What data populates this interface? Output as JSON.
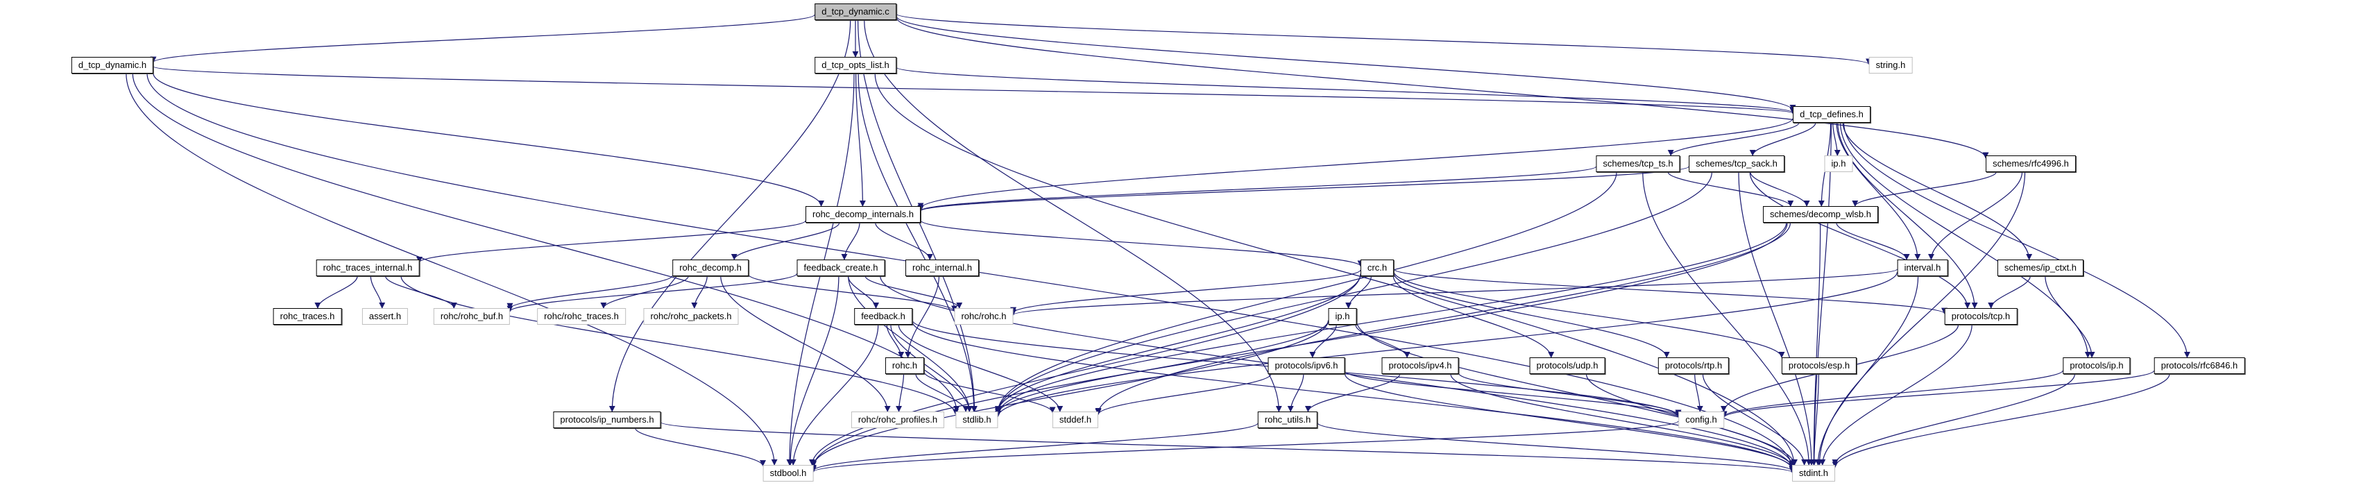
{
  "graph": {
    "title": "d_tcp_dynamic.c",
    "colors": {
      "edge": "#191970",
      "root_fill": "#bfbfbf",
      "node_border": "#000000",
      "external_border": "#bfbfbf"
    },
    "nodes": [
      {
        "id": "d_tcp_dynamic_c",
        "label": "d_tcp_dynamic.c",
        "kind": "root"
      },
      {
        "id": "d_tcp_dynamic_h",
        "label": "d_tcp_dynamic.h",
        "kind": "local"
      },
      {
        "id": "d_tcp_opts_list_h",
        "label": "d_tcp_opts_list.h",
        "kind": "local"
      },
      {
        "id": "string_h",
        "label": "string.h",
        "kind": "external"
      },
      {
        "id": "d_tcp_defines_h",
        "label": "d_tcp_defines.h",
        "kind": "local"
      },
      {
        "id": "schemes_tcp_ts_h",
        "label": "schemes/tcp_ts.h",
        "kind": "local"
      },
      {
        "id": "schemes_tcp_sack_h",
        "label": "schemes/tcp_sack.h",
        "kind": "local"
      },
      {
        "id": "ip_h_ext",
        "label": "ip.h",
        "kind": "external"
      },
      {
        "id": "schemes_rfc4996_h",
        "label": "schemes/rfc4996.h",
        "kind": "local"
      },
      {
        "id": "rohc_decomp_internals_h",
        "label": "rohc_decomp_internals.h",
        "kind": "local"
      },
      {
        "id": "schemes_decomp_wlsb_h",
        "label": "schemes/decomp_wlsb.h",
        "kind": "local"
      },
      {
        "id": "rohc_traces_internal_h",
        "label": "rohc_traces_internal.h",
        "kind": "local"
      },
      {
        "id": "rohc_decomp_h",
        "label": "rohc_decomp.h",
        "kind": "local"
      },
      {
        "id": "feedback_create_h",
        "label": "feedback_create.h",
        "kind": "local"
      },
      {
        "id": "rohc_internal_h",
        "label": "rohc_internal.h",
        "kind": "local"
      },
      {
        "id": "crc_h",
        "label": "crc.h",
        "kind": "local"
      },
      {
        "id": "interval_h",
        "label": "interval.h",
        "kind": "local"
      },
      {
        "id": "schemes_ip_ctxt_h",
        "label": "schemes/ip_ctxt.h",
        "kind": "local"
      },
      {
        "id": "rohc_traces_h",
        "label": "rohc_traces.h",
        "kind": "local"
      },
      {
        "id": "assert_h",
        "label": "assert.h",
        "kind": "external"
      },
      {
        "id": "rohc_rohc_buf_h",
        "label": "rohc/rohc_buf.h",
        "kind": "external"
      },
      {
        "id": "rohc_rohc_traces_h",
        "label": "rohc/rohc_traces.h",
        "kind": "external"
      },
      {
        "id": "rohc_rohc_packets_h",
        "label": "rohc/rohc_packets.h",
        "kind": "external"
      },
      {
        "id": "rohc_rohc_h",
        "label": "rohc/rohc.h",
        "kind": "external"
      },
      {
        "id": "protocols_tcp_h",
        "label": "protocols/tcp.h",
        "kind": "local"
      },
      {
        "id": "feedback_h",
        "label": "feedback.h",
        "kind": "local"
      },
      {
        "id": "ip_h",
        "label": "ip.h",
        "kind": "local"
      },
      {
        "id": "rohc_h",
        "label": "rohc.h",
        "kind": "local"
      },
      {
        "id": "protocols_ipv6_h",
        "label": "protocols/ipv6.h",
        "kind": "local"
      },
      {
        "id": "protocols_ipv4_h",
        "label": "protocols/ipv4.h",
        "kind": "local"
      },
      {
        "id": "protocols_udp_h",
        "label": "protocols/udp.h",
        "kind": "local"
      },
      {
        "id": "protocols_rtp_h",
        "label": "protocols/rtp.h",
        "kind": "local"
      },
      {
        "id": "protocols_esp_h",
        "label": "protocols/esp.h",
        "kind": "local"
      },
      {
        "id": "protocols_ip_h",
        "label": "protocols/ip.h",
        "kind": "local"
      },
      {
        "id": "protocols_rfc6846_h",
        "label": "protocols/rfc6846.h",
        "kind": "local"
      },
      {
        "id": "protocols_ip_numbers_h",
        "label": "protocols/ip_numbers.h",
        "kind": "local"
      },
      {
        "id": "rohc_rohc_profiles_h",
        "label": "rohc/rohc_profiles.h",
        "kind": "external"
      },
      {
        "id": "stdlib_h",
        "label": "stdlib.h",
        "kind": "external"
      },
      {
        "id": "stddef_h",
        "label": "stddef.h",
        "kind": "external"
      },
      {
        "id": "rohc_utils_h",
        "label": "rohc_utils.h",
        "kind": "local"
      },
      {
        "id": "config_h",
        "label": "config.h",
        "kind": "external"
      },
      {
        "id": "stdbool_h",
        "label": "stdbool.h",
        "kind": "external"
      },
      {
        "id": "stdint_h",
        "label": "stdint.h",
        "kind": "external"
      }
    ],
    "edges": [
      [
        "d_tcp_dynamic_c",
        "d_tcp_dynamic_h"
      ],
      [
        "d_tcp_dynamic_c",
        "d_tcp_opts_list_h"
      ],
      [
        "d_tcp_dynamic_c",
        "string_h"
      ],
      [
        "d_tcp_dynamic_c",
        "d_tcp_defines_h"
      ],
      [
        "d_tcp_dynamic_c",
        "schemes_rfc4996_h"
      ],
      [
        "d_tcp_dynamic_c",
        "protocols_ip_numbers_h"
      ],
      [
        "d_tcp_dynamic_c",
        "stdlib_h"
      ],
      [
        "d_tcp_dynamic_c",
        "rohc_utils_h"
      ],
      [
        "d_tcp_dynamic_h",
        "d_tcp_defines_h"
      ],
      [
        "d_tcp_dynamic_h",
        "rohc_decomp_internals_h"
      ],
      [
        "d_tcp_dynamic_h",
        "stdbool_h"
      ],
      [
        "d_tcp_dynamic_h",
        "stdint_h"
      ],
      [
        "d_tcp_dynamic_h",
        "stdlib_h"
      ],
      [
        "d_tcp_opts_list_h",
        "d_tcp_defines_h"
      ],
      [
        "d_tcp_opts_list_h",
        "rohc_decomp_internals_h"
      ],
      [
        "d_tcp_opts_list_h",
        "stdbool_h"
      ],
      [
        "d_tcp_opts_list_h",
        "stdint_h"
      ],
      [
        "d_tcp_opts_list_h",
        "stdlib_h"
      ],
      [
        "d_tcp_defines_h",
        "schemes_tcp_ts_h"
      ],
      [
        "d_tcp_defines_h",
        "schemes_tcp_sack_h"
      ],
      [
        "d_tcp_defines_h",
        "ip_h_ext"
      ],
      [
        "d_tcp_defines_h",
        "interval_h"
      ],
      [
        "d_tcp_defines_h",
        "schemes_decomp_wlsb_h"
      ],
      [
        "d_tcp_defines_h",
        "protocols_tcp_h"
      ],
      [
        "d_tcp_defines_h",
        "schemes_ip_ctxt_h"
      ],
      [
        "d_tcp_defines_h",
        "protocols_ip_h"
      ],
      [
        "d_tcp_defines_h",
        "protocols_rfc6846_h"
      ],
      [
        "d_tcp_defines_h",
        "stdint_h"
      ],
      [
        "d_tcp_defines_h",
        "rohc_decomp_internals_h"
      ],
      [
        "schemes_tcp_ts_h",
        "rohc_decomp_internals_h"
      ],
      [
        "schemes_tcp_ts_h",
        "schemes_decomp_wlsb_h"
      ],
      [
        "schemes_tcp_ts_h",
        "stdint_h"
      ],
      [
        "schemes_tcp_ts_h",
        "stdlib_h"
      ],
      [
        "schemes_tcp_sack_h",
        "rohc_decomp_internals_h"
      ],
      [
        "schemes_tcp_sack_h",
        "schemes_decomp_wlsb_h"
      ],
      [
        "schemes_tcp_sack_h",
        "protocols_tcp_h"
      ],
      [
        "schemes_tcp_sack_h",
        "stdint_h"
      ],
      [
        "schemes_tcp_sack_h",
        "stdlib_h"
      ],
      [
        "schemes_rfc4996_h",
        "schemes_decomp_wlsb_h"
      ],
      [
        "schemes_rfc4996_h",
        "interval_h"
      ],
      [
        "schemes_rfc4996_h",
        "stdint_h"
      ],
      [
        "rohc_decomp_internals_h",
        "rohc_traces_internal_h"
      ],
      [
        "rohc_decomp_internals_h",
        "rohc_decomp_h"
      ],
      [
        "rohc_decomp_internals_h",
        "feedback_create_h"
      ],
      [
        "rohc_decomp_internals_h",
        "rohc_internal_h"
      ],
      [
        "rohc_decomp_internals_h",
        "crc_h"
      ],
      [
        "schemes_decomp_wlsb_h",
        "interval_h"
      ],
      [
        "schemes_decomp_wlsb_h",
        "stdint_h"
      ],
      [
        "schemes_decomp_wlsb_h",
        "stdbool_h"
      ],
      [
        "schemes_decomp_wlsb_h",
        "stdlib_h"
      ],
      [
        "schemes_decomp_wlsb_h",
        "stddef_h"
      ],
      [
        "rohc_traces_internal_h",
        "rohc_traces_h"
      ],
      [
        "rohc_traces_internal_h",
        "assert_h"
      ],
      [
        "rohc_traces_internal_h",
        "rohc_rohc_buf_h"
      ],
      [
        "rohc_traces_internal_h",
        "stdlib_h"
      ],
      [
        "rohc_decomp_h",
        "rohc_rohc_buf_h"
      ],
      [
        "rohc_decomp_h",
        "rohc_rohc_traces_h"
      ],
      [
        "rohc_decomp_h",
        "rohc_rohc_packets_h"
      ],
      [
        "rohc_decomp_h",
        "rohc_rohc_h"
      ],
      [
        "rohc_decomp_h",
        "rohc_rohc_profiles_h"
      ],
      [
        "feedback_create_h",
        "rohc_rohc_buf_h"
      ],
      [
        "feedback_create_h",
        "rohc_rohc_h"
      ],
      [
        "feedback_create_h",
        "feedback_h"
      ],
      [
        "feedback_create_h",
        "stdbool_h"
      ],
      [
        "feedback_create_h",
        "stdlib_h"
      ],
      [
        "feedback_create_h",
        "stdint_h"
      ],
      [
        "rohc_internal_h",
        "rohc_h"
      ],
      [
        "crc_h",
        "ip_h"
      ],
      [
        "crc_h",
        "protocols_udp_h"
      ],
      [
        "crc_h",
        "protocols_rtp_h"
      ],
      [
        "crc_h",
        "protocols_esp_h"
      ],
      [
        "crc_h",
        "protocols_tcp_h"
      ],
      [
        "crc_h",
        "rohc_rohc_h"
      ],
      [
        "crc_h",
        "stdbool_h"
      ],
      [
        "crc_h",
        "stdlib_h"
      ],
      [
        "interval_h",
        "rohc_rohc_h"
      ],
      [
        "interval_h",
        "stdint_h"
      ],
      [
        "interval_h",
        "stdlib_h"
      ],
      [
        "schemes_ip_ctxt_h",
        "protocols_tcp_h"
      ],
      [
        "schemes_ip_ctxt_h",
        "protocols_ip_h"
      ],
      [
        "protocols_tcp_h",
        "config_h"
      ],
      [
        "protocols_tcp_h",
        "stdint_h"
      ],
      [
        "feedback_h",
        "rohc_h"
      ],
      [
        "feedback_h",
        "stdlib_h"
      ],
      [
        "feedback_h",
        "stddef_h"
      ],
      [
        "feedback_h",
        "stdbool_h"
      ],
      [
        "feedback_h",
        "config_h"
      ],
      [
        "feedback_h",
        "stdint_h"
      ],
      [
        "ip_h",
        "protocols_ipv6_h"
      ],
      [
        "ip_h",
        "protocols_ipv4_h"
      ],
      [
        "ip_h",
        "stdlib_h"
      ],
      [
        "ip_h",
        "stdint_h"
      ],
      [
        "ip_h",
        "stdbool_h"
      ],
      [
        "rohc_h",
        "rohc_rohc_profiles_h"
      ],
      [
        "rohc_h",
        "stdlib_h"
      ],
      [
        "rohc_h",
        "stddef_h"
      ],
      [
        "protocols_ipv6_h",
        "rohc_utils_h"
      ],
      [
        "protocols_ipv6_h",
        "config_h"
      ],
      [
        "protocols_ipv6_h",
        "stdint_h"
      ],
      [
        "protocols_ipv6_h",
        "stddef_h"
      ],
      [
        "protocols_ipv4_h",
        "rohc_utils_h"
      ],
      [
        "protocols_ipv4_h",
        "config_h"
      ],
      [
        "protocols_ipv4_h",
        "stdint_h"
      ],
      [
        "protocols_udp_h",
        "stdint_h"
      ],
      [
        "protocols_rtp_h",
        "config_h"
      ],
      [
        "protocols_rtp_h",
        "stdint_h"
      ],
      [
        "protocols_esp_h",
        "stdint_h"
      ],
      [
        "protocols_ip_h",
        "config_h"
      ],
      [
        "protocols_ip_h",
        "stdint_h"
      ],
      [
        "protocols_rfc6846_h",
        "config_h"
      ],
      [
        "protocols_rfc6846_h",
        "stdint_h"
      ],
      [
        "protocols_ip_numbers_h",
        "stdbool_h"
      ],
      [
        "protocols_ip_numbers_h",
        "stdint_h"
      ],
      [
        "rohc_utils_h",
        "stdint_h"
      ],
      [
        "rohc_utils_h",
        "stdbool_h"
      ],
      [
        "config_h",
        "stdbool_h"
      ]
    ]
  }
}
